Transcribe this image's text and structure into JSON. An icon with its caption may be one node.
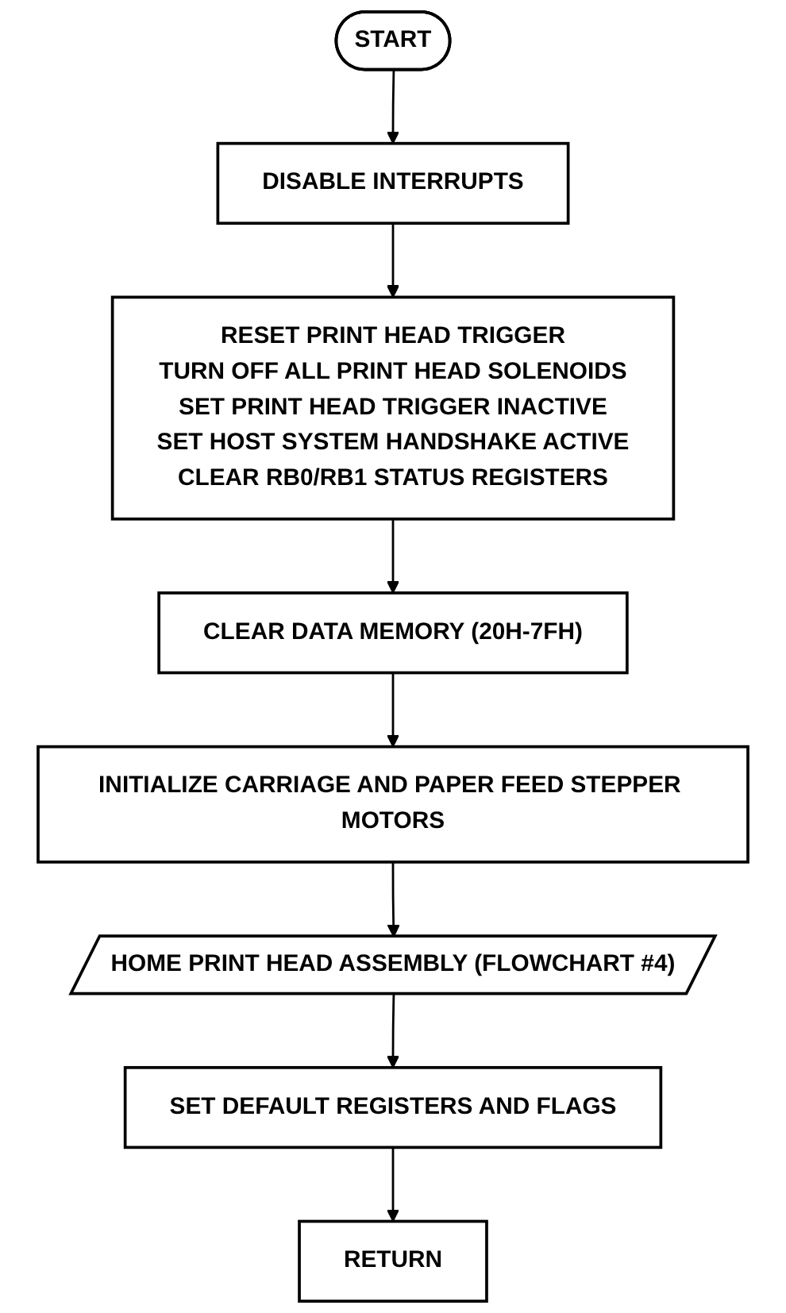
{
  "diagram": {
    "nodes": [
      {
        "text": [
          "START"
        ]
      },
      {
        "text": [
          "DISABLE INTERRUPTS"
        ]
      },
      {
        "text": [
          "RESET PRINT HEAD TRIGGER",
          "TURN OFF ALL PRINT HEAD SOLENOIDS",
          "SET PRINT HEAD TRIGGER INACTIVE",
          "SET HOST SYSTEM HANDSHAKE ACTIVE",
          "CLEAR RB0/RB1 STATUS REGISTERS"
        ]
      },
      {
        "text": [
          "CLEAR DATA MEMORY (20H-7FH)"
        ]
      },
      {
        "text": [
          "INITIALIZE CARRIAGE AND PAPER FEED STEPPER MOTORS"
        ]
      },
      {
        "text": [
          "HOME PRINT HEAD ASSEMBLY (FLOWCHART #4)"
        ]
      },
      {
        "text": [
          "SET DEFAULT REGISTERS AND FLAGS"
        ]
      },
      {
        "text": [
          "RETURN"
        ]
      }
    ],
    "edges": [
      {
        "from": 0,
        "to": 1,
        "arrow": "to"
      },
      {
        "from": 1,
        "to": 2,
        "arrow": "to"
      },
      {
        "from": 2,
        "to": 3,
        "arrow": "to"
      },
      {
        "from": 3,
        "to": 4,
        "arrow": "to"
      },
      {
        "from": 4,
        "to": 5,
        "arrow": "to"
      },
      {
        "from": 5,
        "to": 6,
        "arrow": "to"
      },
      {
        "from": 6,
        "to": 7,
        "arrow": "to"
      }
    ]
  }
}
